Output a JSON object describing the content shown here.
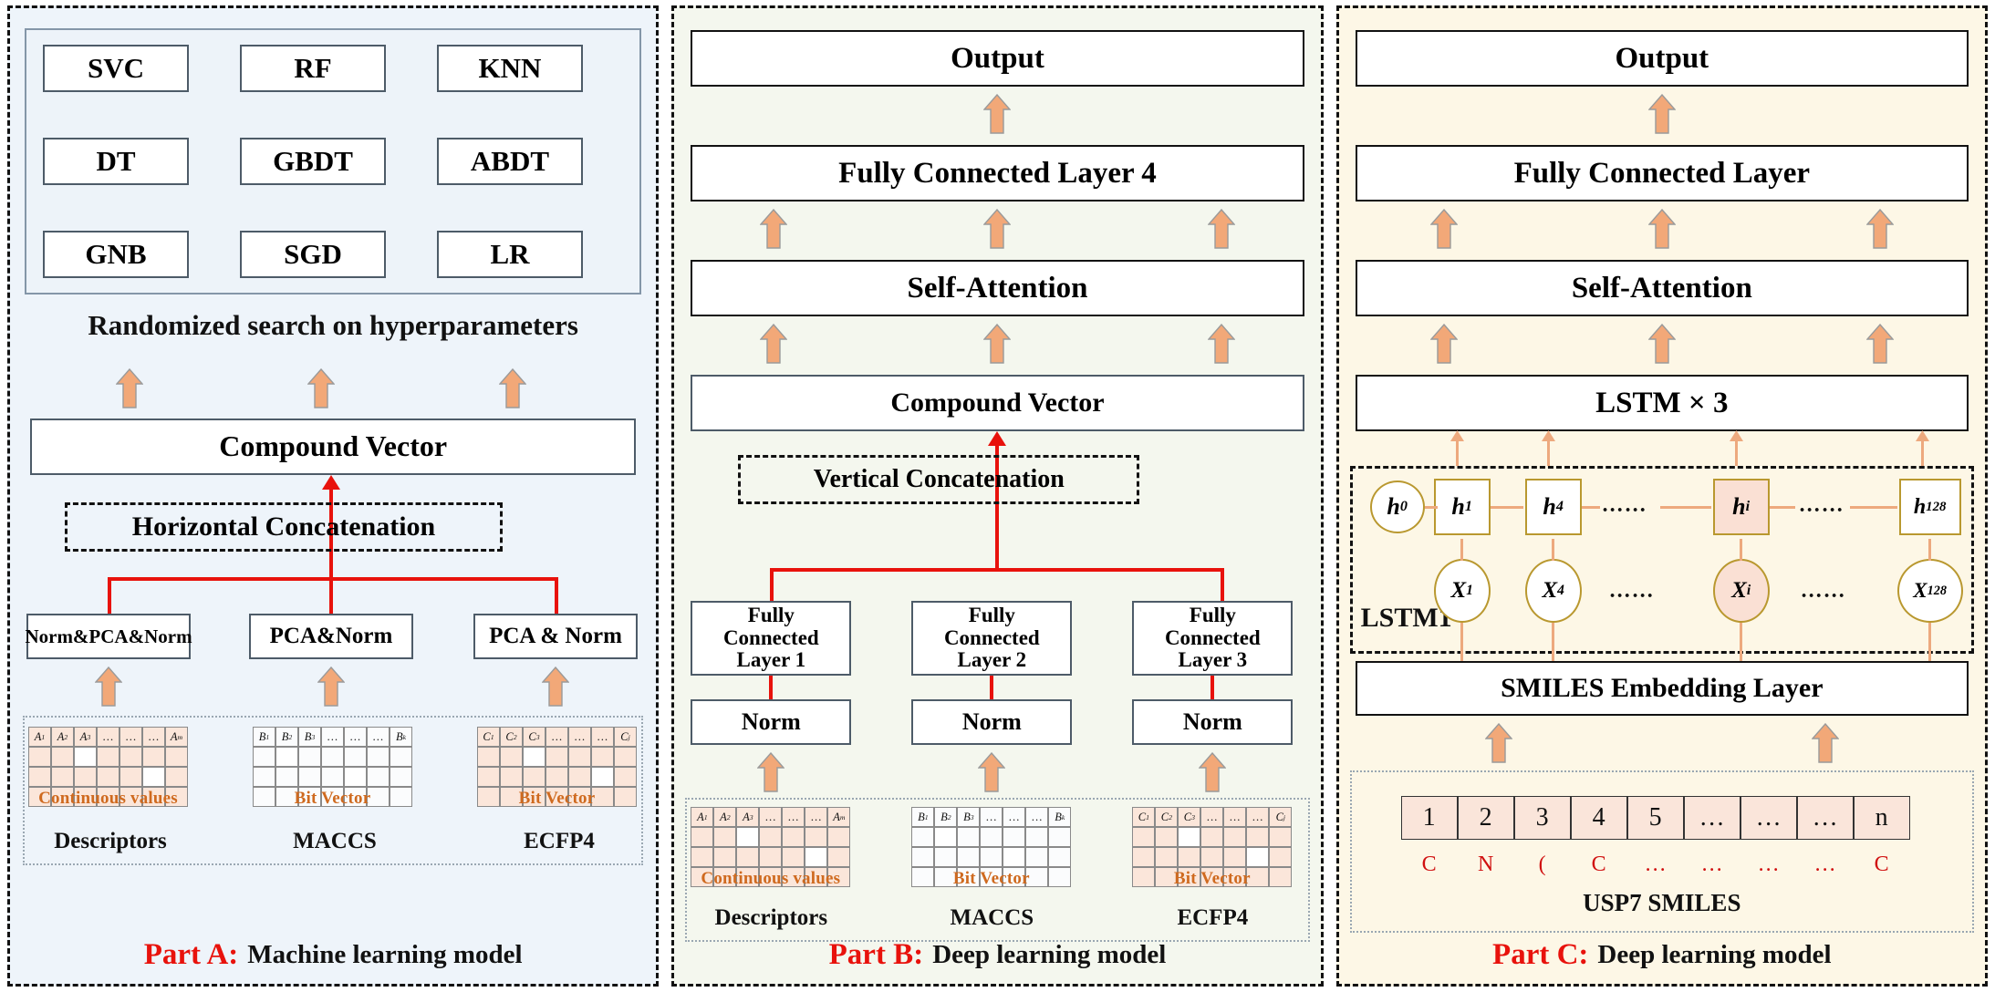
{
  "parts": [
    {
      "id": "A",
      "caption_label": "Part A:",
      "caption_text": "Machine learning model",
      "bg": "#eef4fa",
      "models": [
        "SVC",
        "RF",
        "KNN",
        "DT",
        "GBDT",
        "ABDT",
        "GNB",
        "SGD",
        "LR"
      ],
      "search_label": "Randomized  search on hyperparameters",
      "compound_vector": "Compound Vector",
      "concat": "Horizontal Concatenation",
      "preprocess": [
        "Norm&PCA&Norm",
        "PCA&Norm",
        "PCA & Norm"
      ],
      "features": [
        {
          "name": "Descriptors",
          "headers": [
            "A1",
            "A2",
            "A3",
            "…",
            "…",
            "…",
            "Am"
          ],
          "note": "Continuous values",
          "fill": "peach"
        },
        {
          "name": "MACCS",
          "headers": [
            "B1",
            "B2",
            "B3",
            "…",
            "…",
            "…",
            "Bk"
          ],
          "note": "Bit Vector",
          "fill": "white"
        },
        {
          "name": "ECFP4",
          "headers": [
            "C1",
            "C2",
            "C3",
            "…",
            "…",
            "…",
            "Cj"
          ],
          "note": "Bit Vector",
          "fill": "peach"
        }
      ]
    },
    {
      "id": "B",
      "caption_label": "Part B:",
      "caption_text": "Deep learning model",
      "bg": "#f4f7ee",
      "output": "Output",
      "fc_top": "Fully Connected Layer 4",
      "attention": "Self-Attention",
      "compound_vector": "Compound Vector",
      "concat": "Vertical Concatenation",
      "fc_layers": [
        "Fully Connected Layer 1",
        "Fully Connected Layer 2",
        "Fully Connected Layer 3"
      ],
      "norms": [
        "Norm",
        "Norm",
        "Norm"
      ],
      "features": [
        {
          "name": "Descriptors",
          "headers": [
            "A1",
            "A2",
            "A3",
            "…",
            "…",
            "…",
            "Am"
          ],
          "note": "Continuous values",
          "fill": "peach"
        },
        {
          "name": "MACCS",
          "headers": [
            "B1",
            "B2",
            "B3",
            "…",
            "…",
            "…",
            "Bk"
          ],
          "note": "Bit Vector",
          "fill": "white"
        },
        {
          "name": "ECFP4",
          "headers": [
            "C1",
            "C2",
            "C3",
            "…",
            "…",
            "…",
            "Cj"
          ],
          "note": "Bit Vector",
          "fill": "peach"
        }
      ]
    },
    {
      "id": "C",
      "caption_label": "Part C:",
      "caption_text": "Deep learning model",
      "bg": "#fdf7e6",
      "output": "Output",
      "fc_top": "Fully Connected Layer",
      "attention": "Self-Attention",
      "lstm_stack": "LSTM × 3",
      "lstm_cell_label": "LSTM1",
      "hidden_nodes": [
        "h0",
        "h1",
        "h4",
        "hi",
        "h128"
      ],
      "input_nodes": [
        "X1",
        "X4",
        "Xi",
        "X128"
      ],
      "dots": "……",
      "embedding": "SMILES Embedding Layer",
      "smiles_indices": [
        "1",
        "2",
        "3",
        "4",
        "5",
        "…",
        "…",
        "…",
        "n"
      ],
      "smiles_chars": [
        "C",
        "N",
        "(",
        "C",
        "…",
        "…",
        "…",
        "…",
        "C"
      ],
      "smiles_label": "USP7  SMILES"
    }
  ],
  "colors": {
    "arrow_fill": "#f2a878",
    "arrow_stroke": "#9a9a9a",
    "red_connector": "#e8120c",
    "orange_thin": "#eda97e",
    "node_border": "#b9982f",
    "highlight": "#fae0d4",
    "bit_text": "#cf6a1f",
    "smiles_char": "#d01010"
  }
}
